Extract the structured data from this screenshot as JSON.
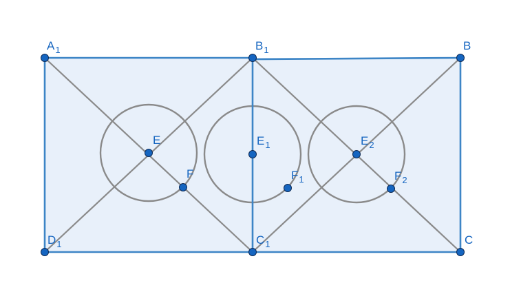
{
  "colors": {
    "fill": "#e8f0fa",
    "edge": "#3d85c6",
    "line": "#8a8a8a",
    "point": "#1565c0",
    "label": "#1565c0"
  },
  "labels": {
    "A1": {
      "main": "A",
      "sub": "1"
    },
    "B1": {
      "main": "B",
      "sub": "1"
    },
    "B": {
      "main": "B",
      "sub": ""
    },
    "D1": {
      "main": "D",
      "sub": "1"
    },
    "C1": {
      "main": "C",
      "sub": "1"
    },
    "C": {
      "main": "C",
      "sub": ""
    },
    "E": {
      "main": "E",
      "sub": ""
    },
    "F": {
      "main": "F",
      "sub": ""
    },
    "E1": {
      "main": "E",
      "sub": "1"
    },
    "F1": {
      "main": "F",
      "sub": "1"
    },
    "E2": {
      "main": "E",
      "sub": "2"
    },
    "F2": {
      "main": "F",
      "sub": "2"
    }
  }
}
